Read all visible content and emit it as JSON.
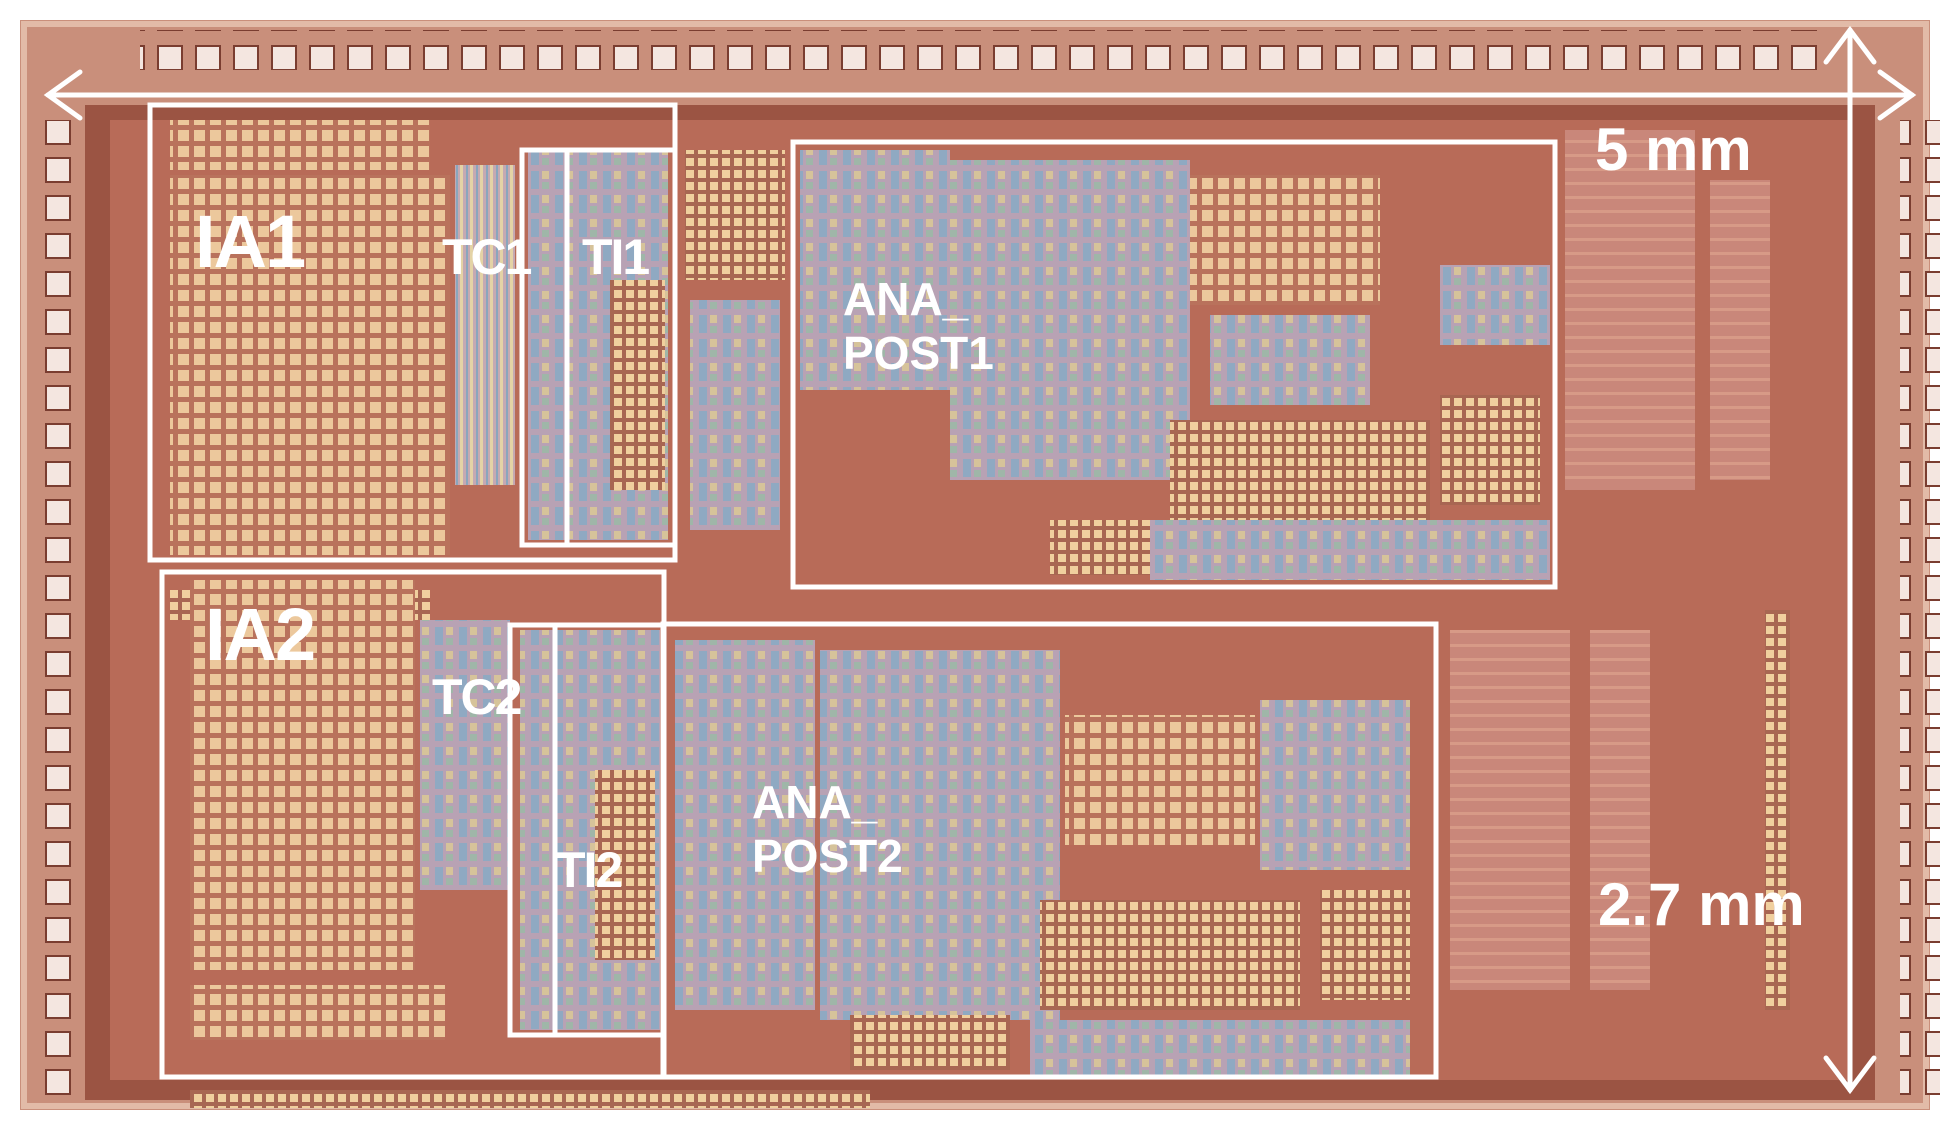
{
  "labels": {
    "ia1": "IA1",
    "ia2": "IA2",
    "tc1": "TC1",
    "ti1": "TI1",
    "tc2": "TC2",
    "ti2": "TI2",
    "ana_post1_line1": "ANA_",
    "ana_post1_line2": "POST1",
    "ana_post2_line1": "ANA_",
    "ana_post2_line2": "POST2"
  },
  "dimensions": {
    "width_label": "5 mm",
    "height_label": "2.7 mm"
  },
  "colors": {
    "die_base": "#c98f7b",
    "metal_dark": "#8f4a3a",
    "pad_fill": "#f4e6e0",
    "array_fill": "#e8c79a",
    "overlay": "#ffffff"
  }
}
